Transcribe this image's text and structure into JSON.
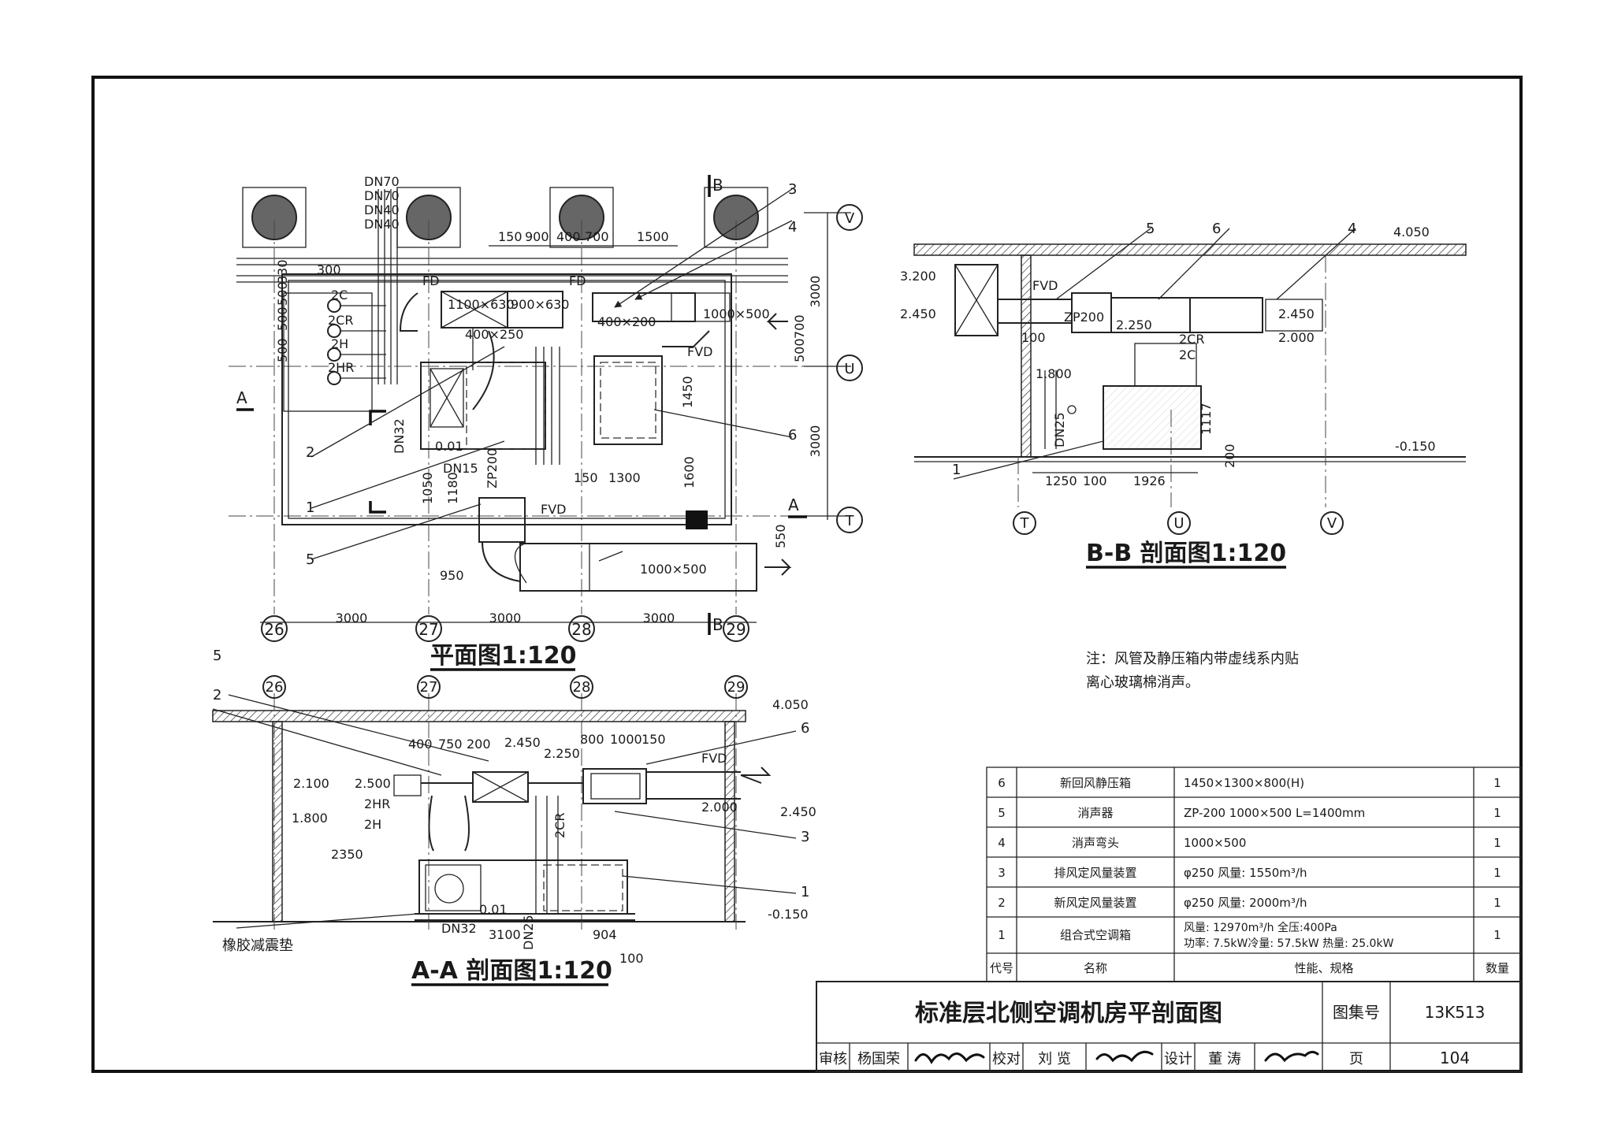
{
  "plan": {
    "title": "平面图1:120",
    "axes": [
      "26",
      "27",
      "28",
      "29",
      "T",
      "U",
      "V"
    ],
    "spans": [
      "3000",
      "3000",
      "3000"
    ],
    "vert_spans": [
      "3000",
      "3000"
    ],
    "dims": {
      "d150": "150",
      "d900": "900",
      "d400": "400",
      "d700": "700",
      "d1500": "1500",
      "d300": "300",
      "d500a": "500",
      "d500b": "500",
      "d500c": "500",
      "d330": "330",
      "d1050": "1050",
      "d1180": "1180",
      "d1300": "1300",
      "d150b": "150",
      "d1450": "1450",
      "d1600": "1600",
      "d950": "950",
      "d550": "550",
      "d700b": "700",
      "d500d": "500"
    },
    "pipes": [
      "DN70",
      "DN70",
      "DN40",
      "DN40"
    ],
    "labels": {
      "duct1": "1100×630",
      "duct2": "900×630",
      "duct3": "400×200",
      "duct4": "1000×500",
      "duct5": "400×250",
      "duct6": "1000×500",
      "zp": "ZP200",
      "fd1": "FD",
      "fd2": "FD",
      "fvd1": "FVD",
      "fvd2": "FVD",
      "dn32": "DN32",
      "dn15": "DN15",
      "elev": "0.01",
      "c2c": "2C",
      "c2cr": "2CR",
      "c2h": "2H",
      "c2hr": "2HR",
      "secA": "A",
      "secA2": "A",
      "secB": "B",
      "secB2": "B"
    },
    "callouts": [
      "1",
      "2",
      "3",
      "4",
      "5",
      "6"
    ]
  },
  "bb": {
    "title": "B-B 剖面图1:120",
    "axes": [
      "T",
      "U",
      "V"
    ],
    "elevs": [
      "3.200",
      "2.450",
      "4.050",
      "2.450",
      "2.000",
      "-0.150",
      "2.250",
      "1.800"
    ],
    "dims": [
      "1250",
      "100",
      "1926",
      "1117",
      "200",
      "100"
    ],
    "labels": {
      "fvd": "FVD",
      "zp": "ZP200",
      "c2cr": "2CR",
      "c2c": "2C",
      "dn25": "DN25"
    },
    "callouts": [
      "5",
      "6",
      "4",
      "1"
    ]
  },
  "aa": {
    "title": "A-A 剖面图1:120",
    "axes": [
      "26",
      "27",
      "28",
      "29"
    ],
    "elevs": [
      "4.050",
      "2.450",
      "2.250",
      "2.100",
      "2.500",
      "1.800",
      "2.000",
      "2.450",
      "-0.150",
      "0.01"
    ],
    "dims": [
      "400",
      "750",
      "200",
      "800",
      "1000",
      "150",
      "2350",
      "3100",
      "904",
      "100"
    ],
    "labels": {
      "fvd": "FVD",
      "c2hr": "2HR",
      "c2h": "2H",
      "c2cr": "2CR",
      "dn32": "DN32",
      "dn25": "DN25",
      "pad": "橡胶减震垫"
    },
    "callouts": [
      "5",
      "2",
      "6",
      "3",
      "1"
    ]
  },
  "note": {
    "line1": "注：风管及静压箱内带虚线系内贴",
    "line2": "离心玻璃棉消声。"
  },
  "table": {
    "headers": [
      "代号",
      "名称",
      "性能、规格",
      "数量"
    ],
    "rows": [
      {
        "no": "6",
        "name": "新回风静压箱",
        "spec": "1450×1300×800(H)",
        "spec2": "",
        "qty": "1"
      },
      {
        "no": "5",
        "name": "消声器",
        "spec": "ZP-200  1000×500   L=1400mm",
        "spec2": "",
        "qty": "1"
      },
      {
        "no": "4",
        "name": "消声弯头",
        "spec": "1000×500",
        "spec2": "",
        "qty": "1"
      },
      {
        "no": "3",
        "name": "排风定风量装置",
        "spec": "φ250 风量: 1550m³/h",
        "spec2": "",
        "qty": "1"
      },
      {
        "no": "2",
        "name": "新风定风量装置",
        "spec": "φ250 风量: 2000m³/h",
        "spec2": "",
        "qty": "1"
      },
      {
        "no": "1",
        "name": "组合式空调箱",
        "spec": "风量: 12970m³/h 全压:400Pa",
        "spec2": "功率: 7.5kW冷量: 57.5kW 热量: 25.0kW",
        "qty": "1"
      }
    ]
  },
  "titleblock": {
    "title": "标准层北侧空调机房平剖面图",
    "atlas_label": "图集号",
    "atlas": "13K513",
    "review": "审核",
    "reviewer": "杨国荣",
    "check": "校对",
    "checker": "刘 览",
    "design": "设计",
    "designer": "董 涛",
    "page_label": "页",
    "page": "104"
  }
}
